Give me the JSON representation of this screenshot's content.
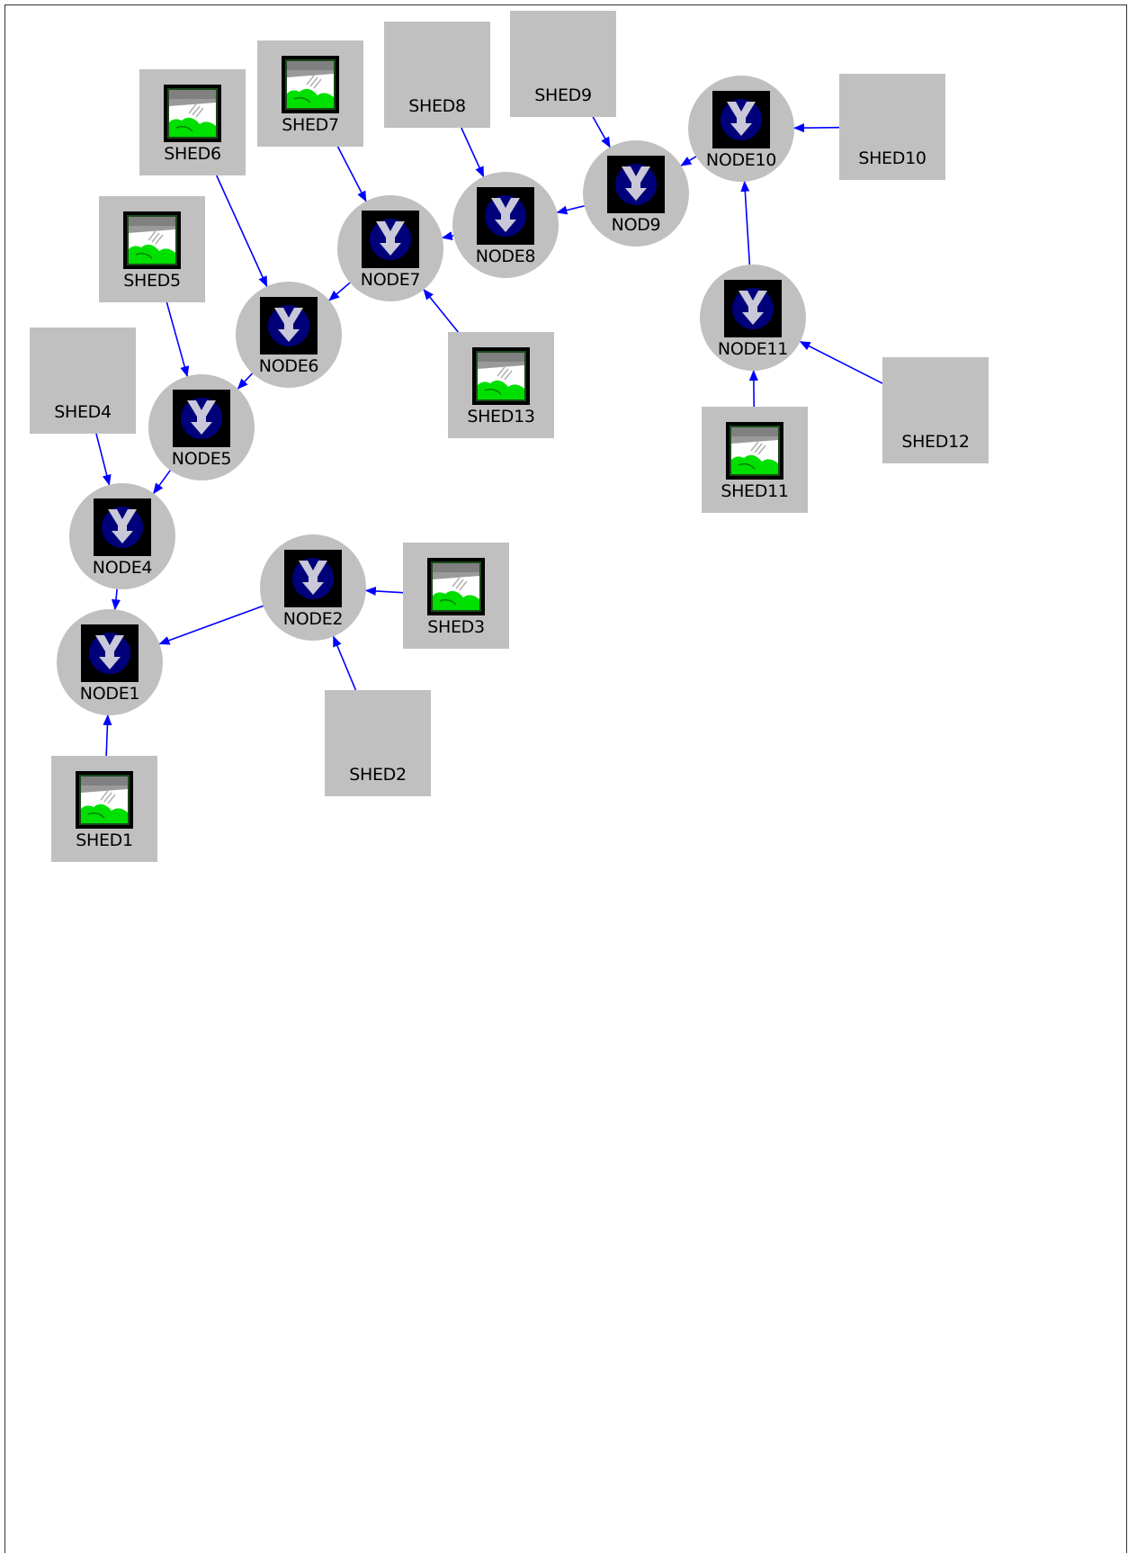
{
  "colors": {
    "edge": "#0000ff",
    "shape_fill": "#c0c0c0",
    "node_icon_bg": "#000000",
    "node_icon_disc": "#00007a",
    "node_icon_arrow": "#c8c8d8",
    "shed_icon_border": "#1a4a1a",
    "shed_icon_sky": "#ffffff",
    "shed_icon_hill": "#00e000"
  },
  "icons": {
    "node": "junction-arrow-icon",
    "shed": "landscape-image-icon"
  },
  "nodes": [
    {
      "id": "n1",
      "label": "NODE1"
    },
    {
      "id": "n2",
      "label": "NODE2"
    },
    {
      "id": "n4",
      "label": "NODE4"
    },
    {
      "id": "n5",
      "label": "NODE5"
    },
    {
      "id": "n6",
      "label": "NODE6"
    },
    {
      "id": "n7",
      "label": "NODE7"
    },
    {
      "id": "n8",
      "label": "NODE8"
    },
    {
      "id": "n9",
      "label": "NOD9"
    },
    {
      "id": "n10",
      "label": "NODE10"
    },
    {
      "id": "n11",
      "label": "NODE11"
    }
  ],
  "sheds": [
    {
      "id": "s1",
      "label": "SHED1",
      "icon": true
    },
    {
      "id": "s2",
      "label": "SHED2",
      "icon": false
    },
    {
      "id": "s3",
      "label": "SHED3",
      "icon": true
    },
    {
      "id": "s4",
      "label": "SHED4",
      "icon": false
    },
    {
      "id": "s5",
      "label": "SHED5",
      "icon": true
    },
    {
      "id": "s6",
      "label": "SHED6",
      "icon": true
    },
    {
      "id": "s7",
      "label": "SHED7",
      "icon": true
    },
    {
      "id": "s8",
      "label": "SHED8",
      "icon": false
    },
    {
      "id": "s9",
      "label": "SHED9",
      "icon": false
    },
    {
      "id": "s10",
      "label": "SHED10",
      "icon": false
    },
    {
      "id": "s11",
      "label": "SHED11",
      "icon": true
    },
    {
      "id": "s12",
      "label": "SHED12",
      "icon": false
    },
    {
      "id": "s13",
      "label": "SHED13",
      "icon": true
    }
  ],
  "edges": [
    {
      "from": "s1",
      "to": "n1"
    },
    {
      "from": "n2",
      "to": "n1"
    },
    {
      "from": "n4",
      "to": "n1"
    },
    {
      "from": "s2",
      "to": "n2"
    },
    {
      "from": "s3",
      "to": "n2"
    },
    {
      "from": "s4",
      "to": "n4"
    },
    {
      "from": "n5",
      "to": "n4"
    },
    {
      "from": "s5",
      "to": "n5"
    },
    {
      "from": "n6",
      "to": "n5"
    },
    {
      "from": "s6",
      "to": "n6"
    },
    {
      "from": "n7",
      "to": "n6"
    },
    {
      "from": "s7",
      "to": "n7"
    },
    {
      "from": "s13",
      "to": "n7"
    },
    {
      "from": "n8",
      "to": "n7"
    },
    {
      "from": "s8",
      "to": "n8"
    },
    {
      "from": "n9",
      "to": "n8"
    },
    {
      "from": "s9",
      "to": "n9"
    },
    {
      "from": "n10",
      "to": "n9"
    },
    {
      "from": "s10",
      "to": "n10"
    },
    {
      "from": "n11",
      "to": "n10"
    },
    {
      "from": "s11",
      "to": "n11"
    },
    {
      "from": "s12",
      "to": "n11"
    }
  ]
}
